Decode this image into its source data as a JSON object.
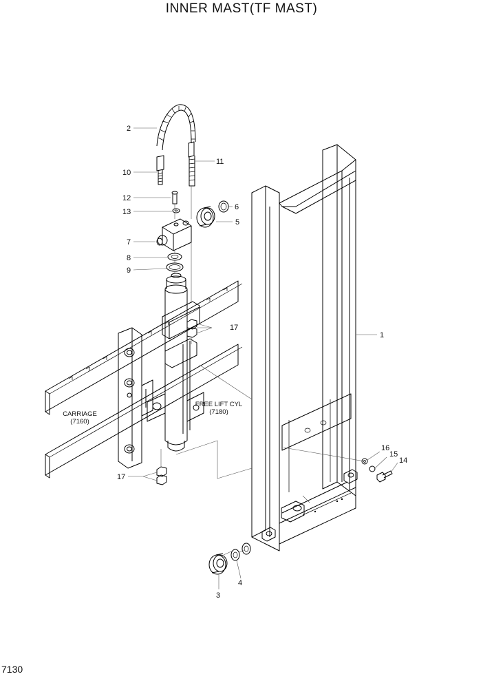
{
  "title": "INNER MAST(TF MAST)",
  "page_number": "7130",
  "labels": {
    "carriage": "CARRIAGE",
    "carriage_ref": "(7160)",
    "free_lift": "FREE LIFT CYL",
    "free_lift_ref": "(7180)"
  },
  "callouts": [
    "1",
    "2",
    "3",
    "4",
    "5",
    "6",
    "7",
    "8",
    "9",
    "10",
    "11",
    "12",
    "13",
    "14",
    "15",
    "16",
    "17",
    "17"
  ]
}
